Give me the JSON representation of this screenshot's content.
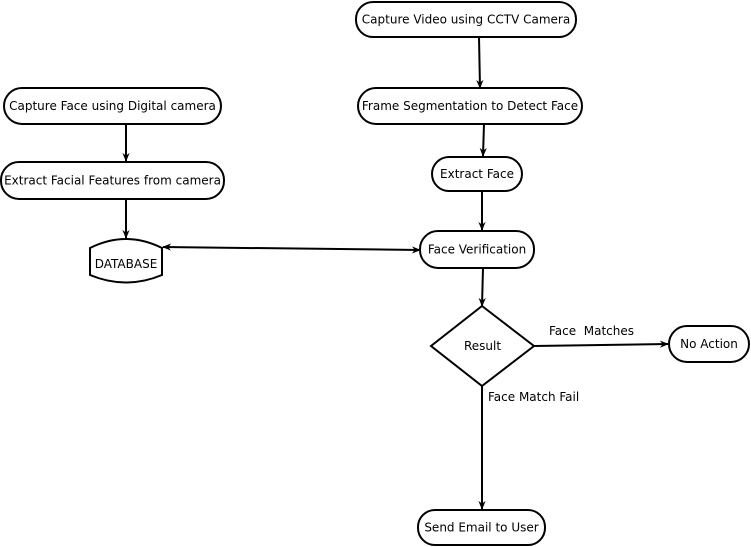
{
  "nodes": {
    "capture_video": "Capture Video using CCTV Camera",
    "frame_segmentation": "Frame Segmentation to Detect Face",
    "extract_face": "Extract Face",
    "face_verification": "Face Verification",
    "result": "Result",
    "no_action": "No Action",
    "send_email": "Send Email to User",
    "capture_face": "Capture Face using Digital camera",
    "extract_features": "Extract Facial Features from camera",
    "database": "DATABASE"
  },
  "edge_labels": {
    "face_matches": "Face  Matches",
    "face_match_fail": "Face Match Fail"
  }
}
